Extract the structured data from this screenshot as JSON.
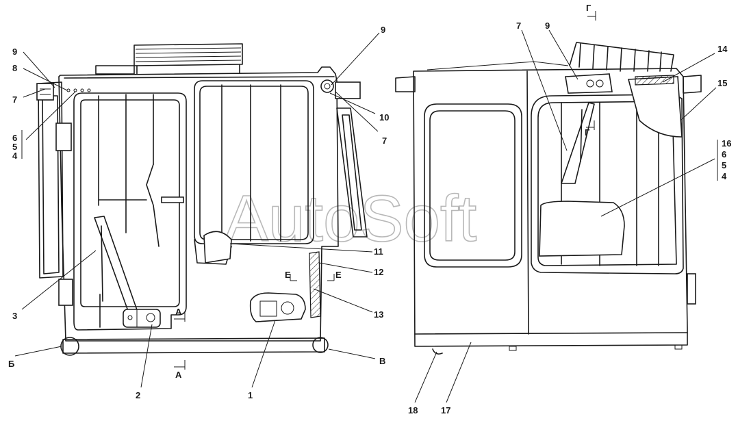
{
  "watermark": "AutoSoft",
  "callouts": {
    "c1": "1",
    "c2": "2",
    "c3": "3",
    "c4a": "4",
    "c5a": "5",
    "c6a": "6",
    "c7a": "7",
    "c7b": "7",
    "c7c": "7",
    "c8": "8",
    "c9a": "9",
    "c9b": "9",
    "c9c": "9",
    "c10": "10",
    "c11": "11",
    "c12": "12",
    "c13": "13",
    "c14": "14",
    "c15": "15",
    "c16": "16",
    "c6b": "6",
    "c5b": "5",
    "c4b": "4",
    "c17": "17",
    "c18": "18"
  },
  "section_marks": {
    "a_top": "А",
    "a_bottom": "А",
    "e_left": "Е",
    "e_right": "Е",
    "g_top": "Г",
    "g_mid": "Г",
    "b": "Б",
    "v": "В"
  }
}
